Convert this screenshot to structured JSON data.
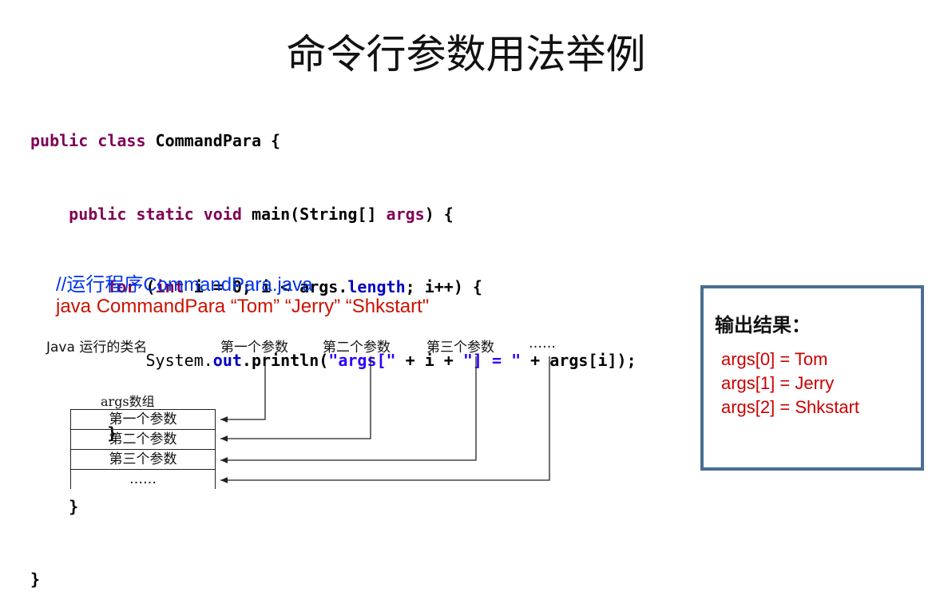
{
  "slide": {
    "title": "命令行参数用法举例"
  },
  "code": {
    "line1_kw": "public class ",
    "line1_rest": "CommandPara {",
    "line2_indent": "    ",
    "line2_kw": "public static void ",
    "line2_rest": "main(String[] ",
    "line2_args": "args",
    "line2_end": ") {",
    "line3_indent": "        ",
    "line3_kw1": "for",
    "line3_mid1": " (",
    "line3_kw2": "int",
    "line3_mid2": " i = 0; i < args.",
    "line3_fld": "length",
    "line3_end": "; i++) {",
    "line4_indent": "            ",
    "line4_sys": "System.",
    "line4_out": "out",
    "line4_mid": ".println(",
    "line4_str1": "\"args[\"",
    "line4_mid2": " + i + ",
    "line4_str2": "\"] = \"",
    "line4_end": " + args[i]);",
    "line5": "        }",
    "line6": "    }",
    "line7": "}"
  },
  "comment": "//运行程序CommandPara.java",
  "command": "java CommandPara “Tom”  “Jerry”  “Shkstart\"",
  "diagram": {
    "labels": [
      "Java 运行的类名",
      "第一个参数",
      "第二个参数",
      "第三个参数",
      "……"
    ],
    "array_title": "args数组",
    "cells": [
      "第一个参数",
      "第二个参数",
      "第三个参数",
      "……"
    ]
  },
  "output": {
    "title": "输出结果：",
    "lines": [
      "args[0] = Tom",
      "args[1] = Jerry",
      "args[2] = Shkstart"
    ]
  }
}
